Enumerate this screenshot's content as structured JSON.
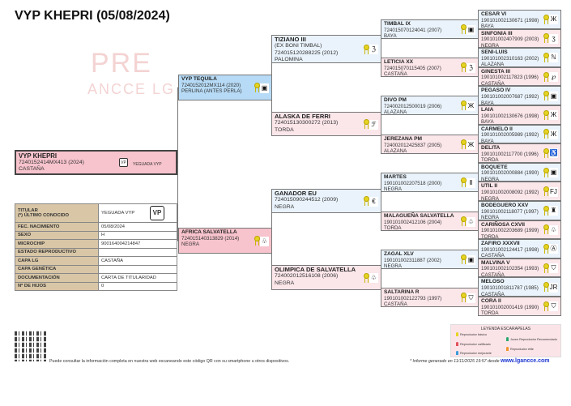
{
  "title": "VYP KHEPRI (05/08/2024)",
  "watermark": "PRE ANCCE LG",
  "subject": {
    "name": "VYP KHEPRI",
    "id": "7240152414MX413 (2024)",
    "coat": "CASTAÑA",
    "owner": "YEGUADA VYP"
  },
  "info": [
    {
      "label": "TITULAR\n(*) ÚLTIMO CONOCIDO",
      "value": "YEGUADA VYP"
    },
    {
      "label": "FEC. NACIMIENTO",
      "value": "05/08/2024"
    },
    {
      "label": "SEXO",
      "value": "H"
    },
    {
      "label": "MICROCHIP",
      "value": "900164004214847"
    },
    {
      "label": "ESTADO REPRODUCTIVO",
      "value": ""
    },
    {
      "label": "CAPA LG",
      "value": "CASTAÑA"
    },
    {
      "label": "CAPA GENÉTICA",
      "value": ""
    },
    {
      "label": "DOCUMENTACIÓN",
      "value": "CARTA DE TITULARIDAD"
    },
    {
      "label": "Nº DE HIJOS",
      "value": "0"
    }
  ],
  "owner_logo": "VP",
  "parents": [
    {
      "name": "VYP TEQUILA",
      "id": "7240152012MX114 (2020)",
      "coat": "PERLINA (ANTES PERLA)",
      "sex": "m",
      "brand": "▣"
    },
    {
      "name": "AFRICA SALVATELLA",
      "id": "724015140313829 (2014)",
      "coat": "NEGRA",
      "sex": "f",
      "brand": "♧"
    }
  ],
  "grandparents": [
    {
      "name": "TIZIANO III",
      "alias": "(EX BONI TIMBAL)",
      "id": "724015120288225 (2012)",
      "coat": "PALOMINA",
      "sex": "m",
      "brand": "ℨ"
    },
    {
      "name": "ALASKA DE FERRI",
      "id": "724015130300272 (2013)",
      "coat": "TORDA",
      "sex": "f",
      "brand": "ℱ"
    },
    {
      "name": "GANADOR EU",
      "id": "724015090244512 (2009)",
      "coat": "NEGRA",
      "sex": "m",
      "brand": "€"
    },
    {
      "name": "OLIMPICA DE SALVATELLA",
      "id": "724002012516108 (2006)",
      "coat": "NEGRA",
      "sex": "f",
      "brand": "♧"
    }
  ],
  "gen4": [
    {
      "name": "TIMBAL IX",
      "id": "724015070124041 (2007)",
      "coat": "BAYA",
      "sex": "m",
      "brand": "▣"
    },
    {
      "name": "LETICIA XX",
      "id": "724015070115405 (2007)",
      "coat": "CASTAÑA",
      "sex": "f",
      "brand": "ℨ"
    },
    {
      "name": "DIVO PM",
      "id": "724002012500019 (2006)",
      "coat": "ALAZANA",
      "sex": "m",
      "brand": "Ж"
    },
    {
      "name": "JEREZANA PM",
      "id": "724002012425837 (2005)",
      "coat": "ALAZANA",
      "sex": "f",
      "brand": "Ж"
    },
    {
      "name": "MARTES",
      "id": "190101002207518 (2000)",
      "coat": "NEGRA",
      "sex": "m",
      "brand": "Ⅱ"
    },
    {
      "name": "MALAGUEÑA SALVATELLA",
      "id": "190101002412106 (2004)",
      "coat": "TORDA",
      "sex": "f",
      "brand": "♧"
    },
    {
      "name": "ZAGAL XLV",
      "id": "190101002311887 (2002)",
      "coat": "NEGRA",
      "sex": "m",
      "brand": "▣"
    },
    {
      "name": "SALTARINA R",
      "id": "190101002122793 (1997)",
      "coat": "CASTAÑA",
      "sex": "f",
      "brand": "⛉"
    }
  ],
  "gen5": [
    {
      "name": "CESAR VI",
      "id": "190101002130671 (1998)",
      "coat": "BAYA",
      "sex": "m",
      "brand": "Ж"
    },
    {
      "name": "SINFONIA III",
      "id": "190101002407909 (2003)",
      "coat": "NEGRA",
      "sex": "f",
      "brand": "ʒ"
    },
    {
      "name": "SENI-LUIS",
      "id": "190101002310163 (2002)",
      "coat": "ALAZANA",
      "sex": "m",
      "brand": "ℕ"
    },
    {
      "name": "GINESTA III",
      "id": "190101002117823 (1996)",
      "coat": "CASTAÑA",
      "sex": "f",
      "brand": "℘"
    },
    {
      "name": "PEGASO IV",
      "id": "190101002007687 (1992)",
      "coat": "BAYA",
      "sex": "m",
      "brand": "▣"
    },
    {
      "name": "LAIA",
      "id": "190101002130676 (1998)",
      "coat": "BAYA",
      "sex": "f",
      "brand": "Ж"
    },
    {
      "name": "CARMELO II",
      "id": "190101002005989 (1992)",
      "coat": "BAYA",
      "sex": "m",
      "brand": "Ж"
    },
    {
      "name": "DELITA",
      "id": "190101002117700 (1996)",
      "coat": "TORDA",
      "sex": "f",
      "brand": "♿"
    },
    {
      "name": "BOQUETE",
      "id": "190101002000884 (1990)",
      "coat": "NEGRA",
      "sex": "m",
      "brand": "▣"
    },
    {
      "name": "UTIL II",
      "id": "190101002008092 (1992)",
      "coat": "NEGRA",
      "sex": "f",
      "brand": "FJ"
    },
    {
      "name": "BODEGUERO XXV",
      "id": "190101002118077 (1997)",
      "coat": "NEGRA",
      "sex": "m",
      "brand": "♜"
    },
    {
      "name": "CARIÑOSA CXVII",
      "id": "190101002203689 (1999)",
      "coat": "TORDA",
      "sex": "f",
      "brand": "♧"
    },
    {
      "name": "ZAFIRO XXXVII",
      "id": "190101002124417 (1998)",
      "coat": "CASTAÑA",
      "sex": "m",
      "brand": "Ⓐ"
    },
    {
      "name": "MALVINA V",
      "id": "190101002102354 (1993)",
      "coat": "CASTAÑA",
      "sex": "f",
      "brand": "⛉"
    },
    {
      "name": "MELOSO",
      "id": "190101001811787 (1985)",
      "coat": "CASTAÑA",
      "sex": "m",
      "brand": "JR"
    },
    {
      "name": "CORA II",
      "id": "190101002001419 (1990)",
      "coat": "TORDA",
      "sex": "f",
      "brand": "⛉"
    }
  ],
  "footer": {
    "qr_text": "Puede consultar la información completa en nuestra web escaneando este código QR con su smartphone u otros dispositivos.",
    "generated": "* Informe generado en 11/11/2025 19:57 desde",
    "site": "www.lgancce.com"
  },
  "legend": {
    "title": "LEYENDA ESCARAPELAS",
    "items": [
      {
        "label": "Reproductor básico",
        "color": "#e6d422"
      },
      {
        "label": "Reproductor calificado",
        "color": "#e0505a"
      },
      {
        "label": "Reproductor mejorante",
        "color": "#3a9ad9"
      },
      {
        "label": "Joven Reproductor Recomendado",
        "color": "#2aa86a"
      },
      {
        "label": "Reproductor élite",
        "color": "#f0932b"
      }
    ]
  }
}
